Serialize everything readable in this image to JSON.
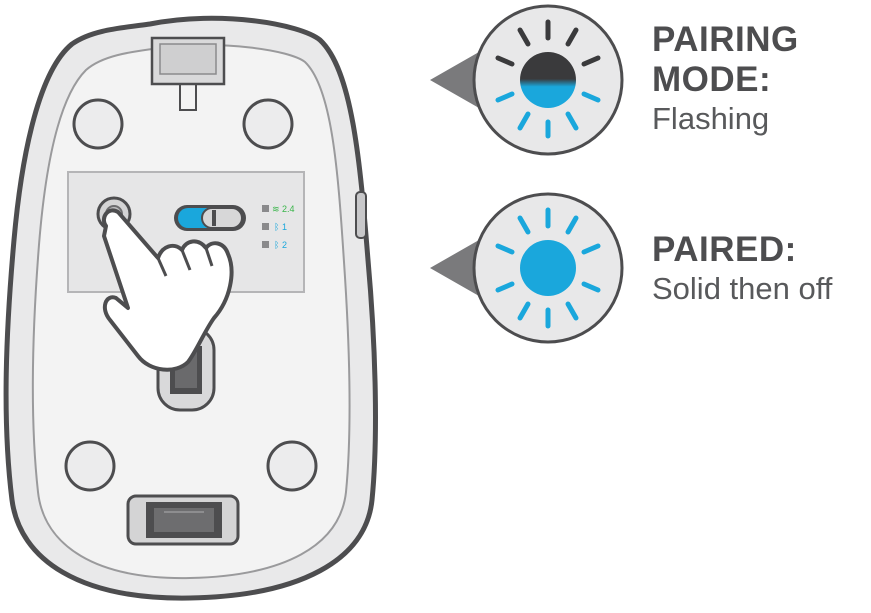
{
  "pairing": {
    "title_line1": "PAIRING",
    "title_line2": "MODE:",
    "state": "Flashing"
  },
  "paired": {
    "title": "PAIRED:",
    "state": "Solid then off"
  },
  "channels": {
    "ch0": "2.4",
    "ch1": "1",
    "ch2": "2"
  },
  "colors": {
    "led_blue": "#1aa7dc",
    "led_dark": "#3a3a3c",
    "outline": "#4d4d4f",
    "body_light": "#efefef",
    "callout_grey": "#7a7a7c",
    "green": "#39b54a"
  },
  "icons": {
    "hand": "pointing-hand-icon",
    "bluetooth": "bluetooth-icon",
    "wireless": "wireless-icon"
  }
}
